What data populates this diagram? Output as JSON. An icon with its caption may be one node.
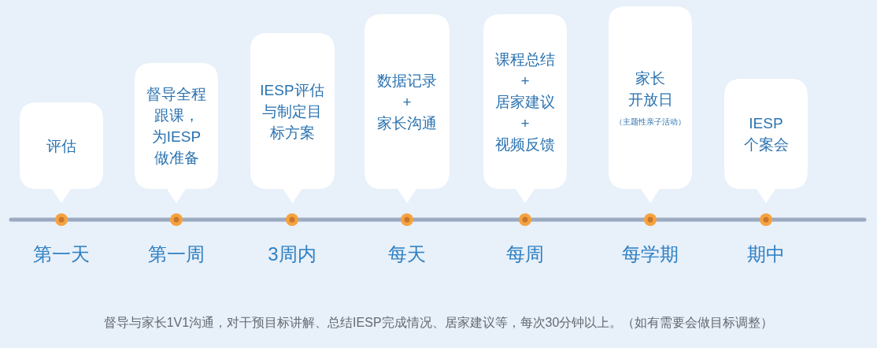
{
  "diagram": {
    "nodes": [
      {
        "text": [
          "评估"
        ],
        "beside": [
          "第一天"
        ]
      },
      {
        "text": [
          "督导全程跟课，",
          "为IESP做准备"
        ],
        "beside": [
          "第一周"
        ]
      },
      {
        "text": [
          "IESP评估与制定目标方案"
        ],
        "beside": [
          "3周内"
        ]
      },
      {
        "text": [
          "数据记录",
          "+",
          "家长沟通"
        ],
        "beside": [
          "每天"
        ]
      },
      {
        "text": [
          "课程总结",
          "+",
          "居家建议",
          "+",
          "视频反馈"
        ],
        "beside": [
          "每周"
        ]
      },
      {
        "text": [
          "家长",
          "开放日",
          "（主题性亲子活动）"
        ],
        "beside": [
          "每学期"
        ]
      },
      {
        "text": [
          "IESP",
          "个案会"
        ],
        "beside": [
          "期中"
        ]
      }
    ],
    "labels": [
      "督导与家长1V1沟通，对干预目标讲解、总结IESP完成情况、居家建议等，每次30分钟以上。（如有需要会做目标调整）"
    ]
  }
}
